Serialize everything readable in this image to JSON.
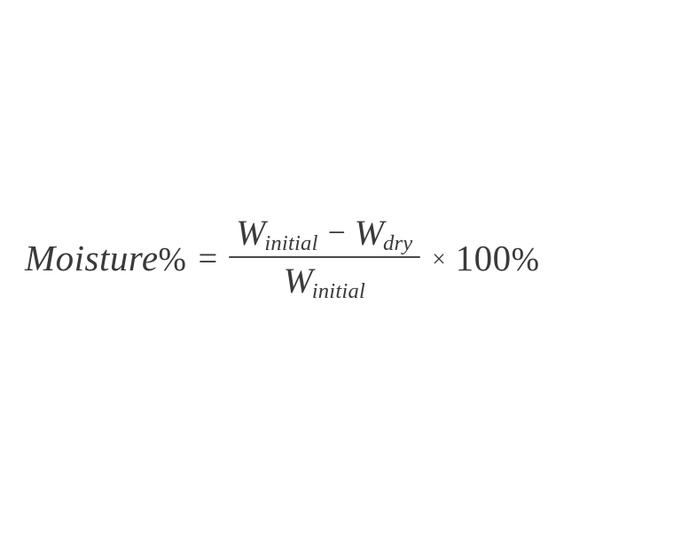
{
  "page": {
    "background_color": "#ffffff",
    "text_color": "#3a3a3a",
    "rule_color": "#4a4a4a"
  },
  "formula": {
    "plain_text": "Moisture% = (W_initial - W_dry) / W_initial x 100%",
    "left_side": {
      "name": "Moisture",
      "percent_symbol": "%"
    },
    "equals_operator": "=",
    "fraction": {
      "numerator": {
        "first_term": {
          "base": "W",
          "subscript": "initial"
        },
        "operator": "−",
        "second_term": {
          "base": "W",
          "subscript": "dry"
        }
      },
      "denominator": {
        "term": {
          "base": "W",
          "subscript": "initial"
        }
      }
    },
    "multiply_operator": "×",
    "right_factor": {
      "value": "100",
      "percent_symbol": "%"
    }
  }
}
